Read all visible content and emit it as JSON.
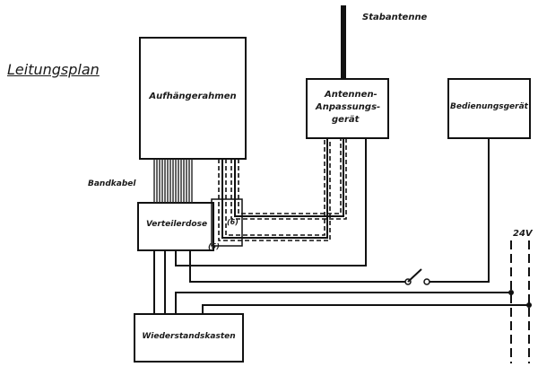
{
  "title": "Leitungsplan",
  "labels": {
    "stabantenne": "Stabantenne",
    "aufhaengerahmen": "Aufhängerahmen",
    "antennen_line1": "Antennen-",
    "antennen_line2": "Anpassungs-",
    "antennen_line3": "gerät",
    "bedienungsgeraet": "Bedienungsgerät",
    "bandkabel": "Bandkabel",
    "verteilerdose": "Verteilerdose",
    "terminal_6": "(6)",
    "terminal_5": "(5)",
    "voltage": "24V",
    "widerstandskasten": "Wiederstandskasten"
  }
}
